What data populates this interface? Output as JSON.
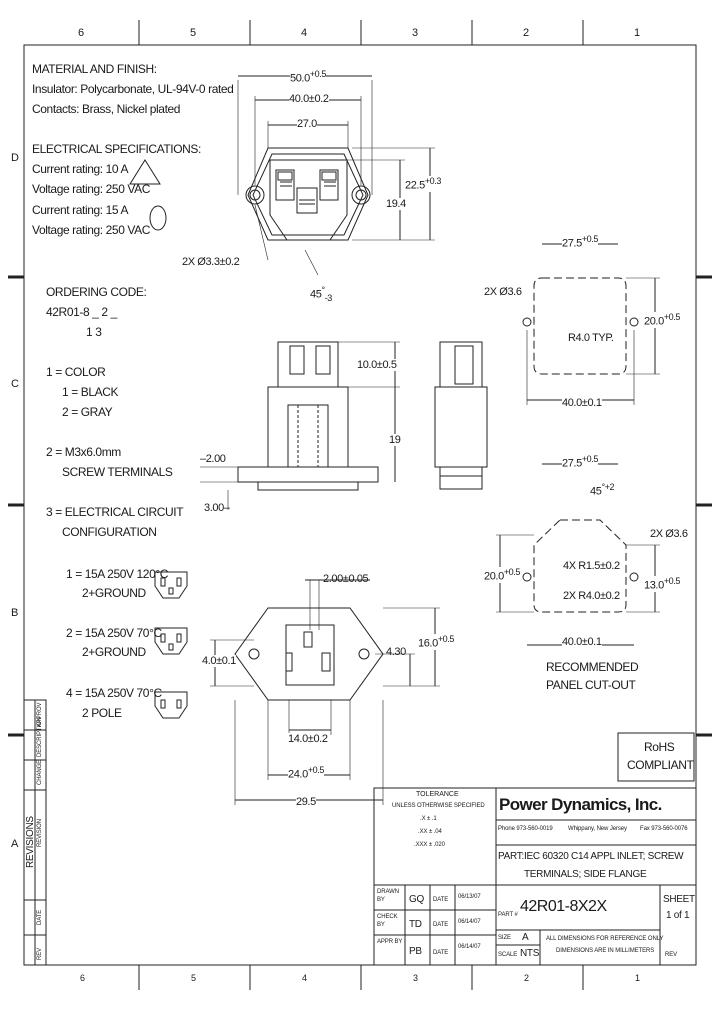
{
  "grid": {
    "cols_top": [
      "6",
      "5",
      "4",
      "3",
      "2",
      "1"
    ],
    "cols_bottom": [
      "6",
      "5",
      "4",
      "3",
      "2",
      "1"
    ],
    "rows_left": [
      "D",
      "C",
      "B",
      "A"
    ]
  },
  "notes": {
    "material_title": "MATERIAL AND FINISH:",
    "insulator": "Insulator: Polycarbonate, UL-94V-0 rated",
    "contacts": "Contacts: Brass, Nickel plated",
    "elec_title": "ELECTRICAL SPECIFICATIONS:",
    "current1": "Current rating: 10 A",
    "voltage1": "Voltage rating: 250 VAC",
    "current2": "Current rating: 15 A",
    "voltage2": "Voltage rating: 250 VAC"
  },
  "ordering": {
    "title": "ORDERING CODE:",
    "code": "42R01-8 _ 2 _",
    "positions": "1    3",
    "color_title": "1 = COLOR",
    "black": "1 = BLACK",
    "gray": "2 = GRAY",
    "screw_title": "2 = M3x6.0mm",
    "screw_sub": "SCREW TERMINALS",
    "circuit_title": "3 = ELECTRICAL CIRCUIT",
    "circuit_sub": "CONFIGURATION",
    "opt1a": "1 = 15A 250V 120°C",
    "opt1b": "2+GROUND",
    "opt2a": "2 = 15A 250V 70°C",
    "opt2b": "2+GROUND",
    "opt4a": "4 = 15A 250V 70°C",
    "opt4b": "2 POLE"
  },
  "dims": {
    "d50": "50.0",
    "d50_tol": "+0.5",
    "d40": "40.0±0.2",
    "d27": "27.0",
    "d22_5": "22.5",
    "d22_5_tol": "+0.3",
    "d19_4": "19.4",
    "hole": "2X Ø3.3±0.2",
    "angle": "45",
    "angle_tol": "-3",
    "d10": "10.0±0.5",
    "d19": "19",
    "d2": "2.00",
    "d3": "3.00",
    "d2_05": "2.00±0.05",
    "d4": "4.0±0.1",
    "d4_30": "4.30",
    "d16": "16.0",
    "d16_tol": "+0.5",
    "d14": "14.0±0.2",
    "d24": "24.0",
    "d24_tol": "+0.5",
    "d29_5": "29.5",
    "pc_27_5": "27.5",
    "pc_27_5_tol": "+0.5",
    "pc_hole": "2X Ø3.6",
    "pc_r4": "R4.0 TYP.",
    "pc_20": "20.0",
    "pc_20_tol": "+0.5",
    "pc_40": "40.0±0.1",
    "pc2_27_5": "27.5",
    "pc2_27_5_tol": "+0.5",
    "pc2_45": "45",
    "pc2_45_tol": "+2",
    "pc2_hole": "2X Ø3.6",
    "pc2_20": "20.0",
    "pc2_20_tol": "+0.5",
    "pc2_r15": "4X R1.5±0.2",
    "pc2_r4": "2X R4.0±0.2",
    "pc2_13": "13.0",
    "pc2_13_tol": "+0.5",
    "pc2_40": "40.0±0.1",
    "recommended": "RECOMMENDED",
    "panel_cutout": "PANEL CUT-OUT"
  },
  "title_block": {
    "rohs1": "RoHS",
    "rohs2": "COMPLIANT",
    "tolerance_title": "TOLERANCE",
    "tolerance_sub": "UNLESS OTHERWISE SPECIFIED",
    "tol_x": ".X   ±   .1",
    "tol_xx": ".XX   ±   .04",
    "tol_xxx": ".XXX   ±   .020",
    "company": "Power Dynamics, Inc.",
    "phone": "Phone 973-560-0019",
    "city": "Whippany, New Jersey",
    "fax": "Fax 973-560-0076",
    "part_label": "PART:",
    "part_desc1": "IEC 60320 C14 APPL INLET; SCREW",
    "part_desc2": "TERMINALS; SIDE FLANGE",
    "drawn_by_label": "DRAWN BY",
    "drawn_by": "GQ",
    "drawn_date_label": "DATE",
    "drawn_date": "06/13/07",
    "check_label": "CHECK BY",
    "check_by": "TD",
    "check_date_label": "DATE",
    "check_date": "06/14/07",
    "appr_label": "APPR BY",
    "appr_by": "PB",
    "appr_date_label": "DATE",
    "appr_date": "06/14/07",
    "part_no_label": "PART #",
    "part_no": "42R01-8X2X",
    "size_label": "SIZE",
    "size": "A",
    "scale_label": "SCALE",
    "scale": "NTS",
    "sheet_label": "SHEET",
    "sheet": "1 of 1",
    "note1": "ALL DIMENSIONS FOR REFERENCE ONLY",
    "note2": "DIMENSIONS ARE IN MILLIMETERS",
    "rev_label": "REV"
  },
  "revisions": {
    "title": "REVISIONS",
    "change": "CHANGE",
    "date": "DATE",
    "rev": "REV",
    "approv": "APPROV",
    "description": "DESCRIPTION",
    "desc2": "REVISION"
  }
}
